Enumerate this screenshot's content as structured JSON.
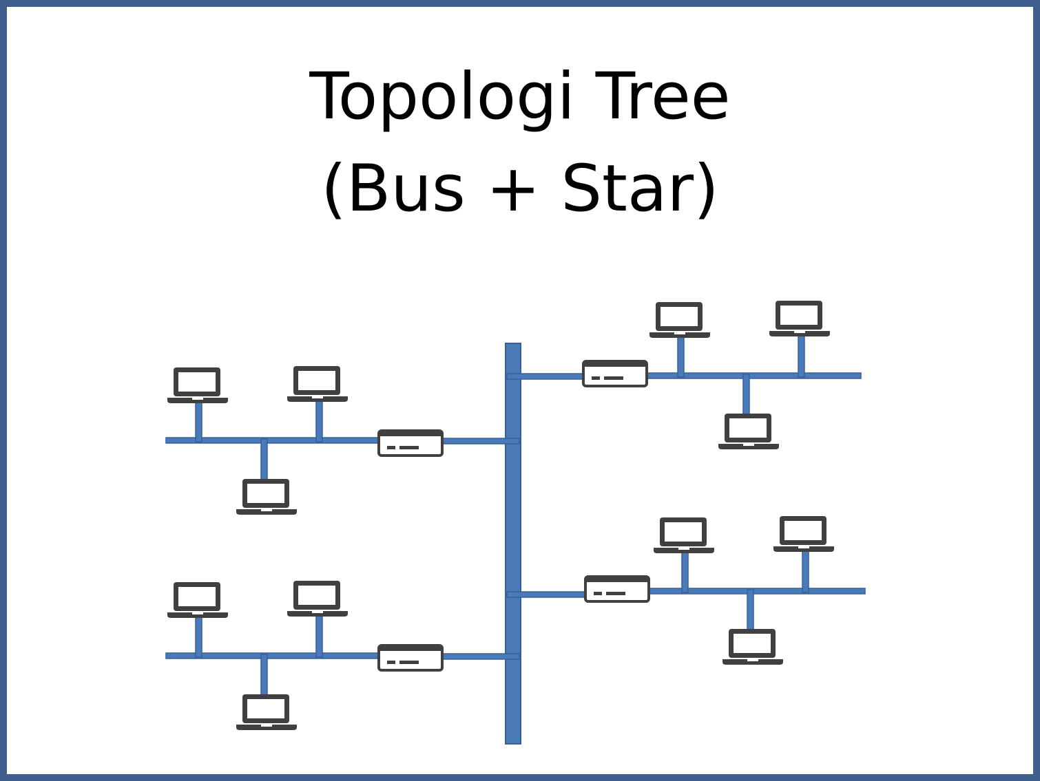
{
  "slide": {
    "title_line_1": "Topologi Tree",
    "title_line_2": "(Bus + Star)"
  },
  "colors": {
    "border": "#3e5f8c",
    "cable_fill": "#4a7ab8",
    "cable_stroke": "#37609a",
    "device": "#404040",
    "background": "#ffffff"
  },
  "diagram": {
    "backbone": "main bus",
    "segments": [
      {
        "name": "upper-left",
        "hub": "switch",
        "computers": 3
      },
      {
        "name": "lower-left",
        "hub": "switch",
        "computers": 3
      },
      {
        "name": "upper-right",
        "hub": "switch",
        "computers": 3
      },
      {
        "name": "lower-right",
        "hub": "switch",
        "computers": 3
      }
    ],
    "icons": {
      "computer": "laptop-icon",
      "hub": "switch-icon"
    }
  }
}
